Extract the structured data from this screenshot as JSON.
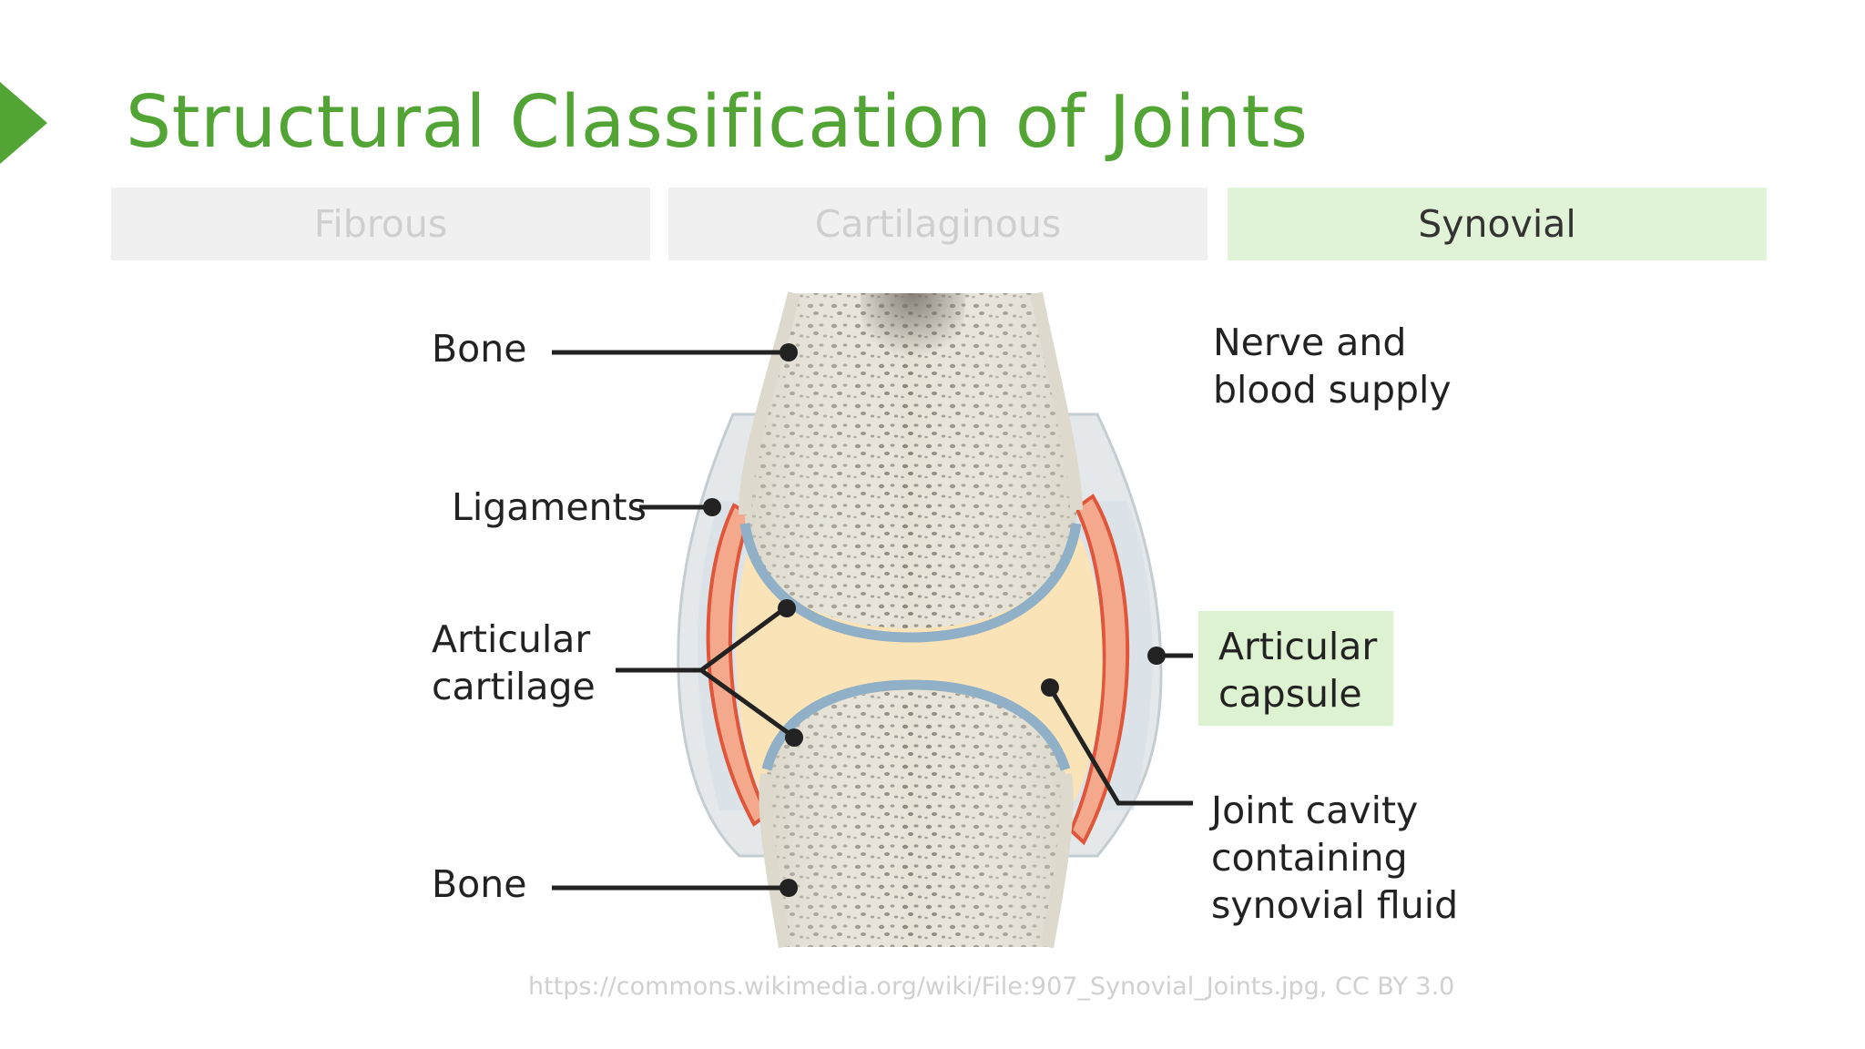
{
  "slide": {
    "title": "Structural Classification of Joints",
    "accent_color": "#52a535"
  },
  "tabs": [
    {
      "label": "Fibrous",
      "active": false
    },
    {
      "label": "Cartilaginous",
      "active": false
    },
    {
      "label": "Synovial",
      "active": true
    }
  ],
  "diagram": {
    "labels": {
      "bone_top": "Bone",
      "ligaments": "Ligaments",
      "articular_cartilage_1": "Articular",
      "articular_cartilage_2": "cartilage",
      "bone_bottom": "Bone",
      "nerve_1": "Nerve and",
      "nerve_2": "blood supply",
      "capsule_1": "Articular",
      "capsule_2": "capsule",
      "cavity_1": "Joint cavity",
      "cavity_2": "containing",
      "cavity_3": "synovial fluid"
    },
    "highlight_color": "#dcf2d0"
  },
  "credit": "https://commons.wikimedia.org/wiki/File:907_Synovial_Joints.jpg, CC BY 3.0"
}
